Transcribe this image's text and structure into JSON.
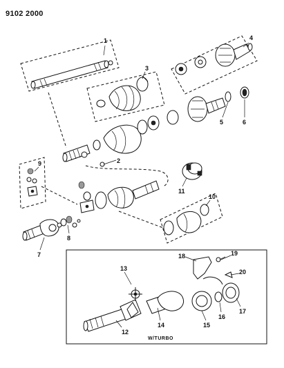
{
  "header": {
    "code": "9102 2000"
  },
  "callouts": [
    "1",
    "2",
    "3",
    "4",
    "5",
    "6",
    "7",
    "8",
    "9",
    "10",
    "11",
    "12",
    "13",
    "14",
    "15",
    "16",
    "17",
    "18",
    "19",
    "20"
  ],
  "inset": {
    "caption": "W/TURBO"
  }
}
